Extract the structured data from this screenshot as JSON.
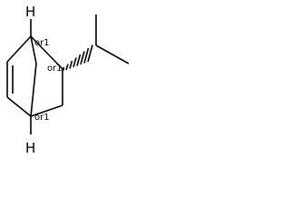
{
  "molecule": {
    "atoms": {
      "top_hydrogen": "H",
      "bottom_hydrogen": "H"
    },
    "stereo_labels": {
      "top_bridgehead": "or1",
      "substituent_carbon": "or1",
      "bottom_bridgehead": "or1"
    }
  }
}
